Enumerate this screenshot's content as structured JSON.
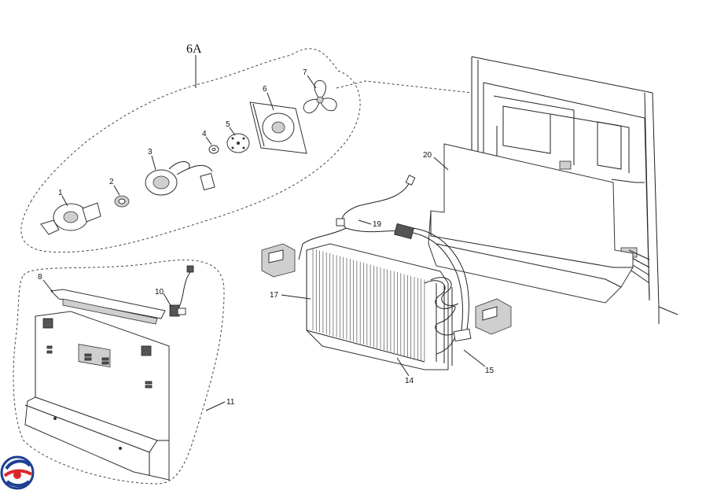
{
  "diagram": {
    "title": "6A",
    "callouts": [
      {
        "id": "c1",
        "text": "1"
      },
      {
        "id": "c2",
        "text": "2"
      },
      {
        "id": "c3",
        "text": "3"
      },
      {
        "id": "c4",
        "text": "4"
      },
      {
        "id": "c5",
        "text": "5"
      },
      {
        "id": "c6",
        "text": "6"
      },
      {
        "id": "c7",
        "text": "7"
      },
      {
        "id": "c8",
        "text": "8"
      },
      {
        "id": "c10",
        "text": "10"
      },
      {
        "id": "c11",
        "text": "11"
      },
      {
        "id": "c14",
        "text": "14"
      },
      {
        "id": "c15",
        "text": "15"
      },
      {
        "id": "c17",
        "text": "17"
      },
      {
        "id": "c19",
        "text": "19"
      },
      {
        "id": "c20",
        "text": "20"
      }
    ]
  },
  "logo": {
    "name": "brand-logo",
    "colors": {
      "red": "#d9262c",
      "blue": "#1d3f94"
    }
  }
}
